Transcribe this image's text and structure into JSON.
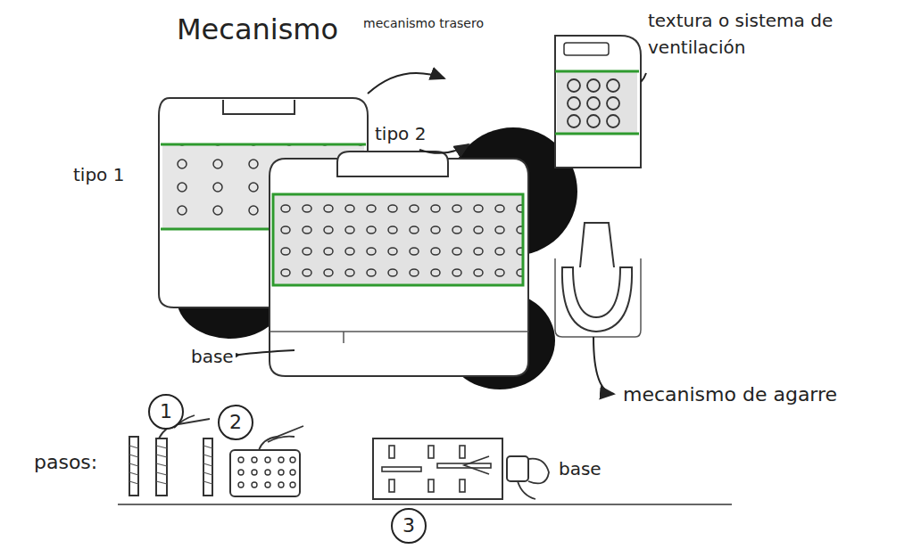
{
  "diagram": {
    "title": "Mecanismo",
    "nodes": [
      {
        "text": [
          "1"
        ]
      },
      {
        "text": [
          "2"
        ]
      },
      {
        "text": [
          "3"
        ]
      }
    ],
    "labels": [
      "mecanismo trasero",
      "tipo 2",
      "textura o sistema de ventilación",
      "tipo 1",
      "base",
      "mecanismo de agarre",
      "pasos:",
      "base"
    ]
  }
}
